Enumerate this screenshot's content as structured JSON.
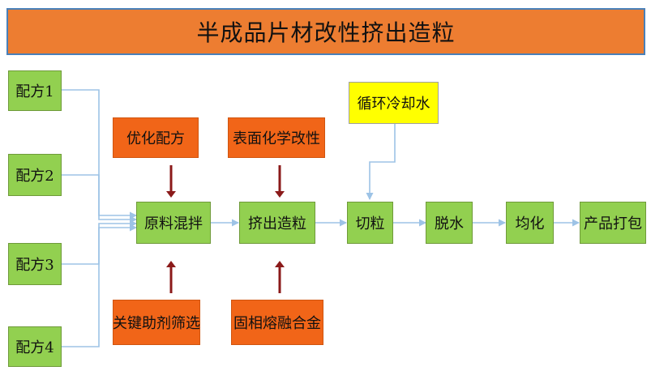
{
  "title": "半成品片材改性挤出造粒",
  "inputs": [
    "配方1",
    "配方2",
    "配方3",
    "配方4"
  ],
  "process": [
    "原料混拌",
    "挤出造粒",
    "切粒",
    "脱水",
    "均化",
    "产品打包"
  ],
  "modifiers_top": [
    "优化配方",
    "表面化学改性"
  ],
  "modifiers_bottom": [
    "关键助剂筛选",
    "固相熔融合金"
  ],
  "cooling": "循环冷却水",
  "colors": {
    "title_bg": "#ED7D31",
    "green": "#92D050",
    "orange": "#F16518",
    "yellow": "#FFFF00",
    "blue_arrow": "#9DC3E6",
    "red_arrow": "#8B1A1A"
  }
}
